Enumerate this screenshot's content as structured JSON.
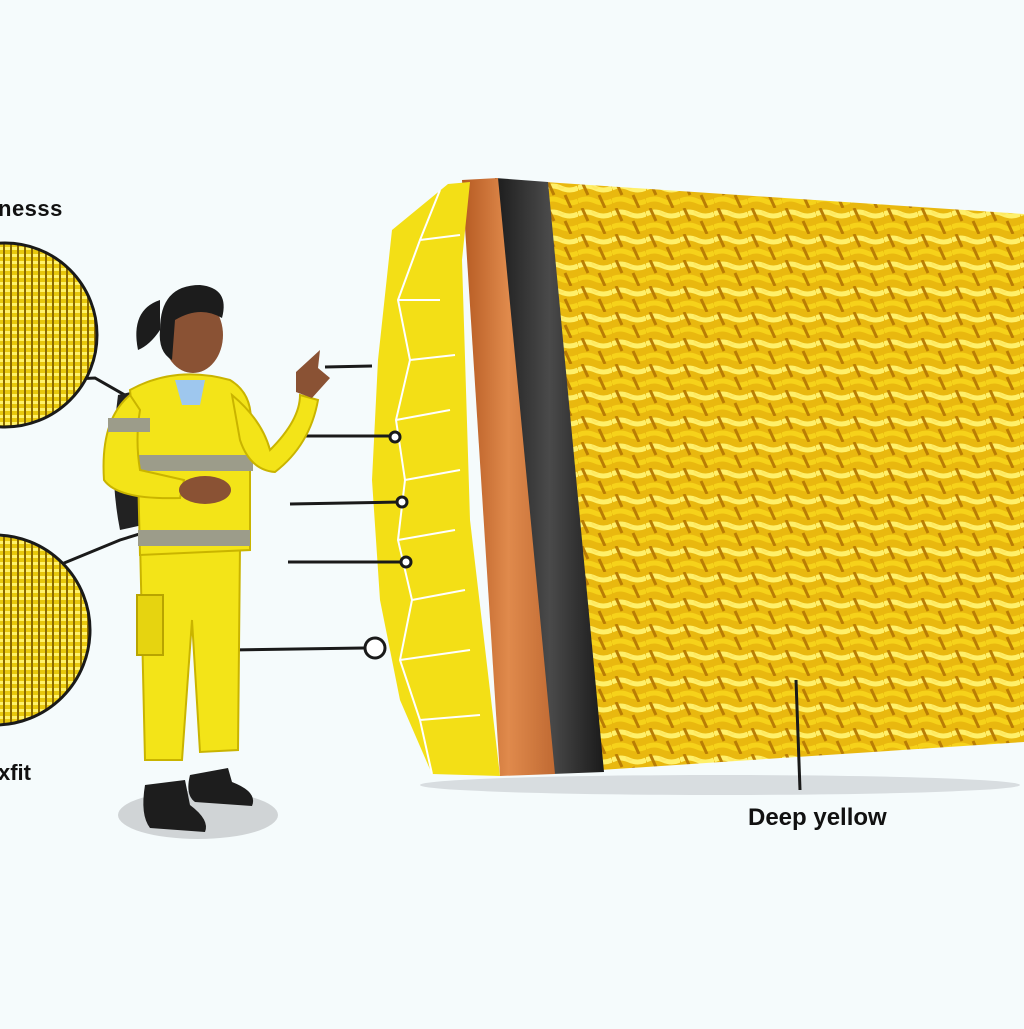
{
  "labels": {
    "top_left": "nesss",
    "bottom_left": "xfit",
    "callout_right": "Deep yellow"
  },
  "colors": {
    "background": "#f5fbfc",
    "fabric_yellow": "#f2cf1a",
    "fabric_dark": "#c98a0a",
    "outer_layer": "#f7e21c",
    "brown_layer": "#c87038",
    "black_band": "#2a2a2a",
    "uniform_yellow": "#f5e61a",
    "reflective_stripe": "#9a9a8a"
  },
  "icons": {
    "fabric_zoom_top": "woven-fabric-magnifier",
    "fabric_zoom_bottom": "woven-fabric-magnifier",
    "worker": "safety-worker-figure"
  }
}
